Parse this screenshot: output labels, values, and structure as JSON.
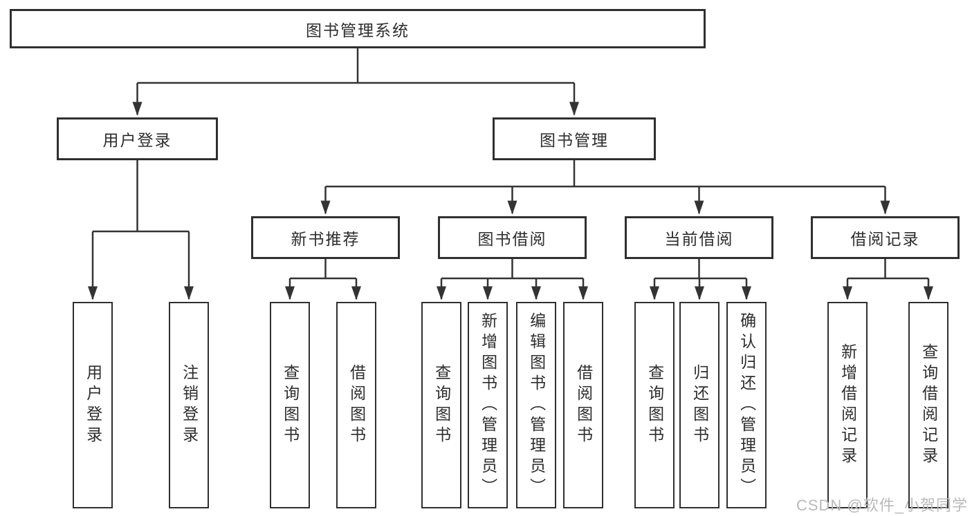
{
  "diagram": {
    "root": {
      "label": "图书管理系统"
    },
    "level2": [
      {
        "label": "用户登录"
      },
      {
        "label": "图书管理"
      }
    ],
    "level3": [
      {
        "label": "新书推荐"
      },
      {
        "label": "图书借阅"
      },
      {
        "label": "当前借阅"
      },
      {
        "label": "借阅记录"
      }
    ],
    "leaves": {
      "user_login": [
        "用户登录",
        "注销登录"
      ],
      "new_book": [
        "查询图书",
        "借阅图书"
      ],
      "book_borrow": [
        "查询图书",
        "新增图书（管理员）",
        "编辑图书（管理员）",
        "借阅图书"
      ],
      "current_borrow": [
        "查询图书",
        "归还图书",
        "确认归还（管理员）"
      ],
      "borrow_record": [
        "新增借阅记录",
        "查询借阅记录"
      ]
    }
  },
  "watermark": "CSDN @软件_小贺同学",
  "colors": {
    "line": "#333333",
    "box_border": "#2f2f2f",
    "text": "#2d2d2d",
    "watermark_text": "#b9b9b9",
    "background": "#ffffff"
  }
}
